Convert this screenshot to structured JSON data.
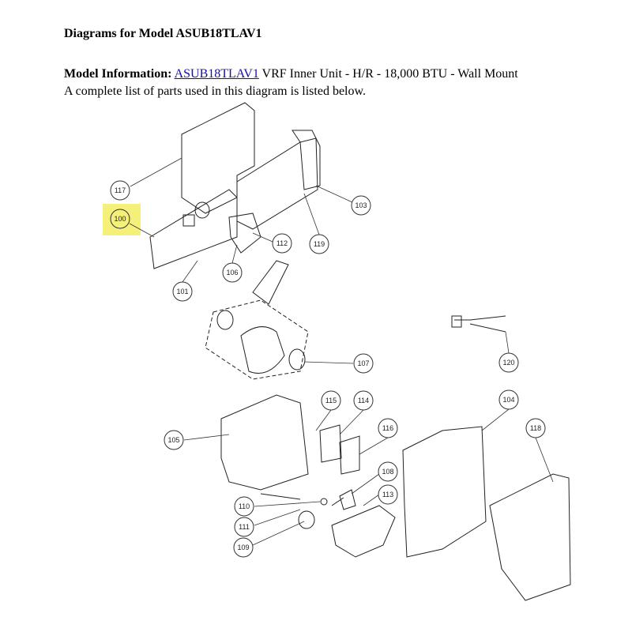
{
  "page_title": "Diagrams for Model ASUB18TLAV1",
  "model_info": {
    "label": "Model Information:",
    "model_link": "ASUB18TLAV1",
    "description": " VRF Inner Unit - H/R - 18,000 BTU - Wall Mount",
    "note": "A complete list of parts used in this diagram is listed below."
  },
  "highlight_color": "#f5f07a",
  "highlighted_part": "100",
  "parts": {
    "p100": "100",
    "p101": "101",
    "p103": "103",
    "p104": "104",
    "p105": "105",
    "p106": "106",
    "p107": "107",
    "p108": "108",
    "p109": "109",
    "p110": "110",
    "p111": "111",
    "p112": "112",
    "p113": "113",
    "p114": "114",
    "p115": "115",
    "p116": "116",
    "p117": "117",
    "p118": "118",
    "p119": "119",
    "p120": "120"
  }
}
